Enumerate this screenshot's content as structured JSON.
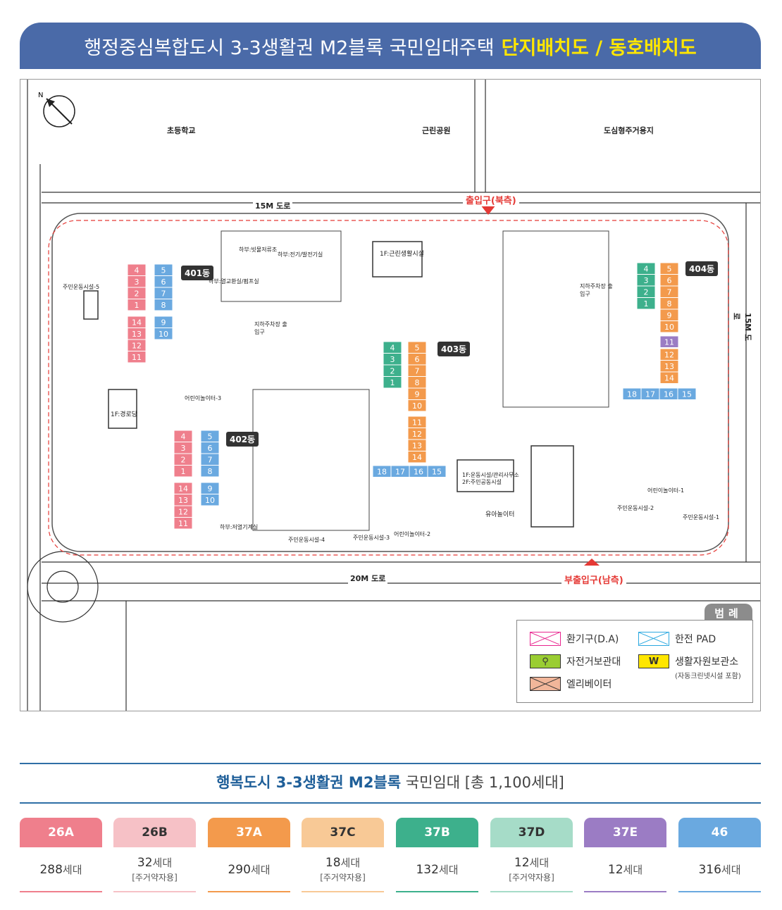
{
  "title": {
    "main": "행정중심복합도시 3-3생활권 M2블록 국민임대주택",
    "highlight": "단지배치도 / 동호배치도"
  },
  "map": {
    "surroundings": {
      "school": "초등학교",
      "park": "근린공원",
      "urban_residential": "도심형주거용지"
    },
    "roads": {
      "north": "15M 도로",
      "east": "15M 도로",
      "south": "20M 도로"
    },
    "entrances": {
      "north": "출입구(북측)",
      "south": "부출입구(남측)"
    },
    "facilities": {
      "rental_facility": "1F:근린생활시설",
      "senior_center": "1F:경로당",
      "management": "1F:운동시설/관리사무소",
      "community": "2F:주민공동시설",
      "daycare": "유아놀이터",
      "parking_entrance": "지하주차장 출입구",
      "underground_1": "하부:빗물저류조",
      "underground_2": "하부:전기/발전기실",
      "underground_3": "하부:열교환실/펌프실",
      "underground_4": "하부:저열기계실",
      "playground_1": "어린이놀이터-1",
      "playground_2": "어린이놀이터-2",
      "playground_3": "어린이놀이터-3",
      "fitness_1": "주민운동시설-1",
      "fitness_2": "주민운동시설-2",
      "fitness_3": "주민운동시설-3",
      "fitness_4": "주민운동시설-4",
      "fitness_5": "주민운동시설-5"
    },
    "buildings": [
      {
        "name": "401동",
        "cores": [
          {
            "color": "#ef7f8c",
            "units": [
              "4",
              "3",
              "2",
              "1"
            ]
          },
          {
            "color": "#6aa9e0",
            "units": [
              "5",
              "6",
              "7",
              "8"
            ]
          },
          {
            "color": "#ef7f8c",
            "units": [
              "14",
              "13",
              "12",
              "11"
            ]
          },
          {
            "color": "#6aa9e0",
            "units": [
              "9",
              "10"
            ]
          }
        ]
      },
      {
        "name": "402동",
        "cores": [
          {
            "color": "#ef7f8c",
            "units": [
              "4",
              "3",
              "2",
              "1"
            ]
          },
          {
            "color": "#6aa9e0",
            "units": [
              "5",
              "6",
              "7",
              "8"
            ]
          },
          {
            "color": "#ef7f8c",
            "units": [
              "14",
              "13",
              "12",
              "11"
            ]
          },
          {
            "color": "#6aa9e0",
            "units": [
              "9",
              "10"
            ]
          }
        ]
      },
      {
        "name": "403동",
        "cores": [
          {
            "color": "#3db08c",
            "units": [
              "4",
              "3",
              "2",
              "1"
            ]
          },
          {
            "color": "#f39a4c",
            "units": [
              "5",
              "6",
              "7",
              "8",
              "9",
              "10"
            ]
          },
          {
            "color": "#f39a4c",
            "units": [
              "11",
              "12",
              "13",
              "14"
            ]
          },
          {
            "color": "#6aa9e0",
            "units": [
              "18",
              "17",
              "16",
              "15"
            ]
          }
        ]
      },
      {
        "name": "404동",
        "cores": [
          {
            "color": "#3db08c",
            "units": [
              "4",
              "3",
              "2",
              "1"
            ]
          },
          {
            "color": "#f39a4c",
            "units": [
              "5",
              "6",
              "7",
              "8",
              "9",
              "10"
            ]
          },
          {
            "color": "#9b7cc4",
            "units": [
              "11"
            ]
          },
          {
            "color": "#f39a4c",
            "units": [
              "12",
              "13",
              "14"
            ]
          },
          {
            "color": "#6aa9e0",
            "units": [
              "18",
              "17",
              "16",
              "15"
            ]
          }
        ]
      }
    ]
  },
  "legend": {
    "tab": "범례",
    "items": {
      "exhaust": "환기구(D.A)",
      "kepco": "한전 PAD",
      "bicycle": "자전거보관대",
      "waste_label": "W",
      "waste": "생활자원보관소",
      "waste_note": "(자동크린넷시설 포함)",
      "elevator": "엘리베이터"
    },
    "colors": {
      "exhaust": "#e8258f",
      "kepco": "#2aa8e0",
      "bicycle": "#9acd32",
      "waste": "#ffe600",
      "elevator": "#f2b69a"
    }
  },
  "summary": {
    "title_bold": "행복도시 3-3생활권 M2블록",
    "title_rest": "국민임대 [총 1,100세대]",
    "types": [
      {
        "type": "26A",
        "count": "288",
        "suffix": "세대",
        "note": "",
        "color": "#ef7f8c"
      },
      {
        "type": "26B",
        "count": "32",
        "suffix": "세대",
        "note": "[주거약자용]",
        "color": "#f6c1c6"
      },
      {
        "type": "37A",
        "count": "290",
        "suffix": "세대",
        "note": "",
        "color": "#f39a4c"
      },
      {
        "type": "37C",
        "count": "18",
        "suffix": "세대",
        "note": "[주거약자용]",
        "color": "#f8c996"
      },
      {
        "type": "37B",
        "count": "132",
        "suffix": "세대",
        "note": "",
        "color": "#3db08c"
      },
      {
        "type": "37D",
        "count": "12",
        "suffix": "세대",
        "note": "[주거약자용]",
        "color": "#a6dcc8"
      },
      {
        "type": "37E",
        "count": "12",
        "suffix": "세대",
        "note": "",
        "color": "#9b7cc4"
      },
      {
        "type": "46",
        "count": "316",
        "suffix": "세대",
        "note": "",
        "color": "#6aa9e0"
      }
    ]
  }
}
